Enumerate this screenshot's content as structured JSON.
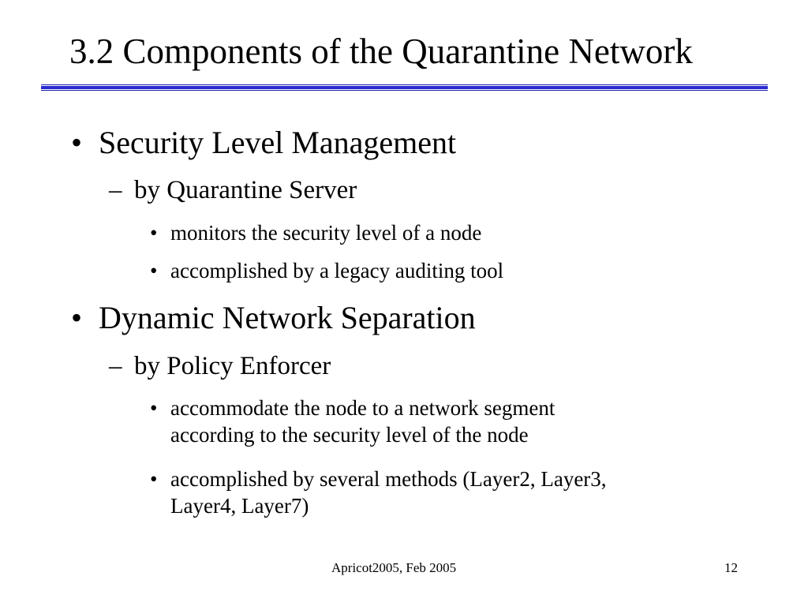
{
  "slide": {
    "title": "3.2 Components of the Quarantine Network",
    "sections": [
      {
        "bullet": "•",
        "heading": "Security Level Management",
        "sub": {
          "dash": "–",
          "text": "by Quarantine Server",
          "points": [
            {
              "bullet": "•",
              "lines": [
                "monitors the security level of a node"
              ]
            },
            {
              "bullet": "•",
              "lines": [
                "accomplished by a legacy auditing tool"
              ]
            }
          ]
        }
      },
      {
        "bullet": "•",
        "heading": "Dynamic Network Separation",
        "sub": {
          "dash": "–",
          "text": "by Policy Enforcer",
          "points": [
            {
              "bullet": "•",
              "lines": [
                "accommodate the node to a network segment",
                "according to the security level of the node"
              ]
            },
            {
              "bullet": "•",
              "lines": [
                "accomplished by several methods (Layer2, Layer3,",
                "Layer4, Layer7)"
              ]
            }
          ]
        }
      }
    ],
    "footer": {
      "center": "Apricot2005, Feb 2005",
      "page_number": "12"
    },
    "colors": {
      "rule": "#2a2ad0",
      "text": "#000000",
      "background": "#ffffff"
    }
  }
}
